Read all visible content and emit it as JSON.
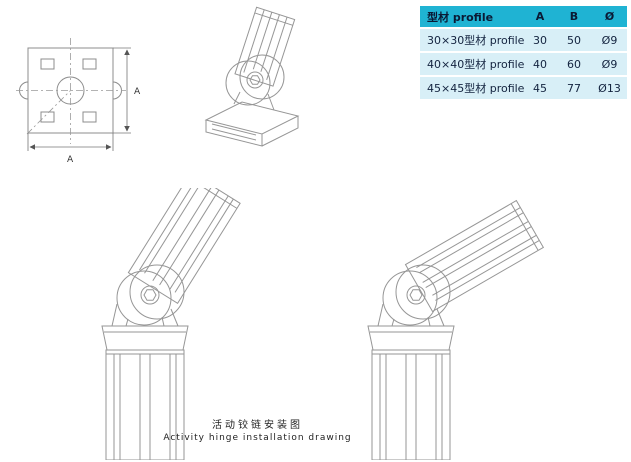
{
  "table": {
    "headers": {
      "profile": "型材 profile",
      "a": "A",
      "b": "B",
      "dia": "Ø"
    },
    "rows": [
      {
        "profile": "30×30型材 profile",
        "a": "30",
        "b": "50",
        "dia": "Ø9"
      },
      {
        "profile": "40×40型材 profile",
        "a": "40",
        "b": "60",
        "dia": "Ø9"
      },
      {
        "profile": "45×45型材 profile",
        "a": "45",
        "b": "77",
        "dia": "Ø13"
      }
    ]
  },
  "drawing": {
    "dim_vertical": "A",
    "dim_horizontal": "A"
  },
  "caption": {
    "zh": "活动铰链安装图",
    "en": "Activity hinge installation drawing"
  },
  "colors": {
    "table_header_bg": "#1fb3d3",
    "table_row_bg": "#d8eff7",
    "line_art": "#969696",
    "dimension_line": "#777777"
  }
}
